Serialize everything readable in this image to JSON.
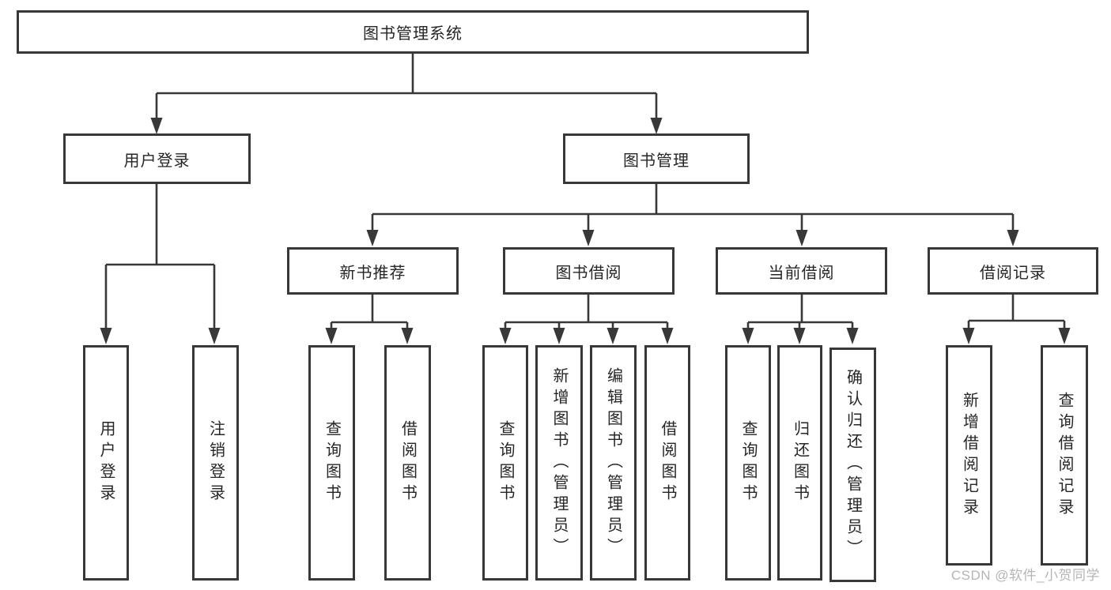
{
  "diagram": {
    "type": "hierarchy",
    "tree": {
      "label": "图书管理系统",
      "children": [
        {
          "label": "用户登录",
          "children": [
            {
              "label": "用户登录"
            },
            {
              "label": "注销登录"
            }
          ]
        },
        {
          "label": "图书管理",
          "children": [
            {
              "label": "新书推荐",
              "children": [
                {
                  "label": "查询图书"
                },
                {
                  "label": "借阅图书"
                }
              ]
            },
            {
              "label": "图书借阅",
              "children": [
                {
                  "label": "查询图书"
                },
                {
                  "label": "新增图书（管理员）"
                },
                {
                  "label": "编辑图书（管理员）"
                },
                {
                  "label": "借阅图书"
                }
              ]
            },
            {
              "label": "当前借阅",
              "children": [
                {
                  "label": "查询图书"
                },
                {
                  "label": "归还图书"
                },
                {
                  "label": "确认归还（管理员）"
                }
              ]
            },
            {
              "label": "借阅记录",
              "children": [
                {
                  "label": "新增借阅记录"
                },
                {
                  "label": "查询借阅记录"
                }
              ]
            }
          ]
        }
      ]
    },
    "colors": {
      "border": "#383838",
      "line": "#383838",
      "text": "#262626",
      "background": "#ffffff",
      "watermark": "#b5b5b5"
    }
  },
  "watermark": {
    "text": "CSDN @软件_小贺同学"
  }
}
